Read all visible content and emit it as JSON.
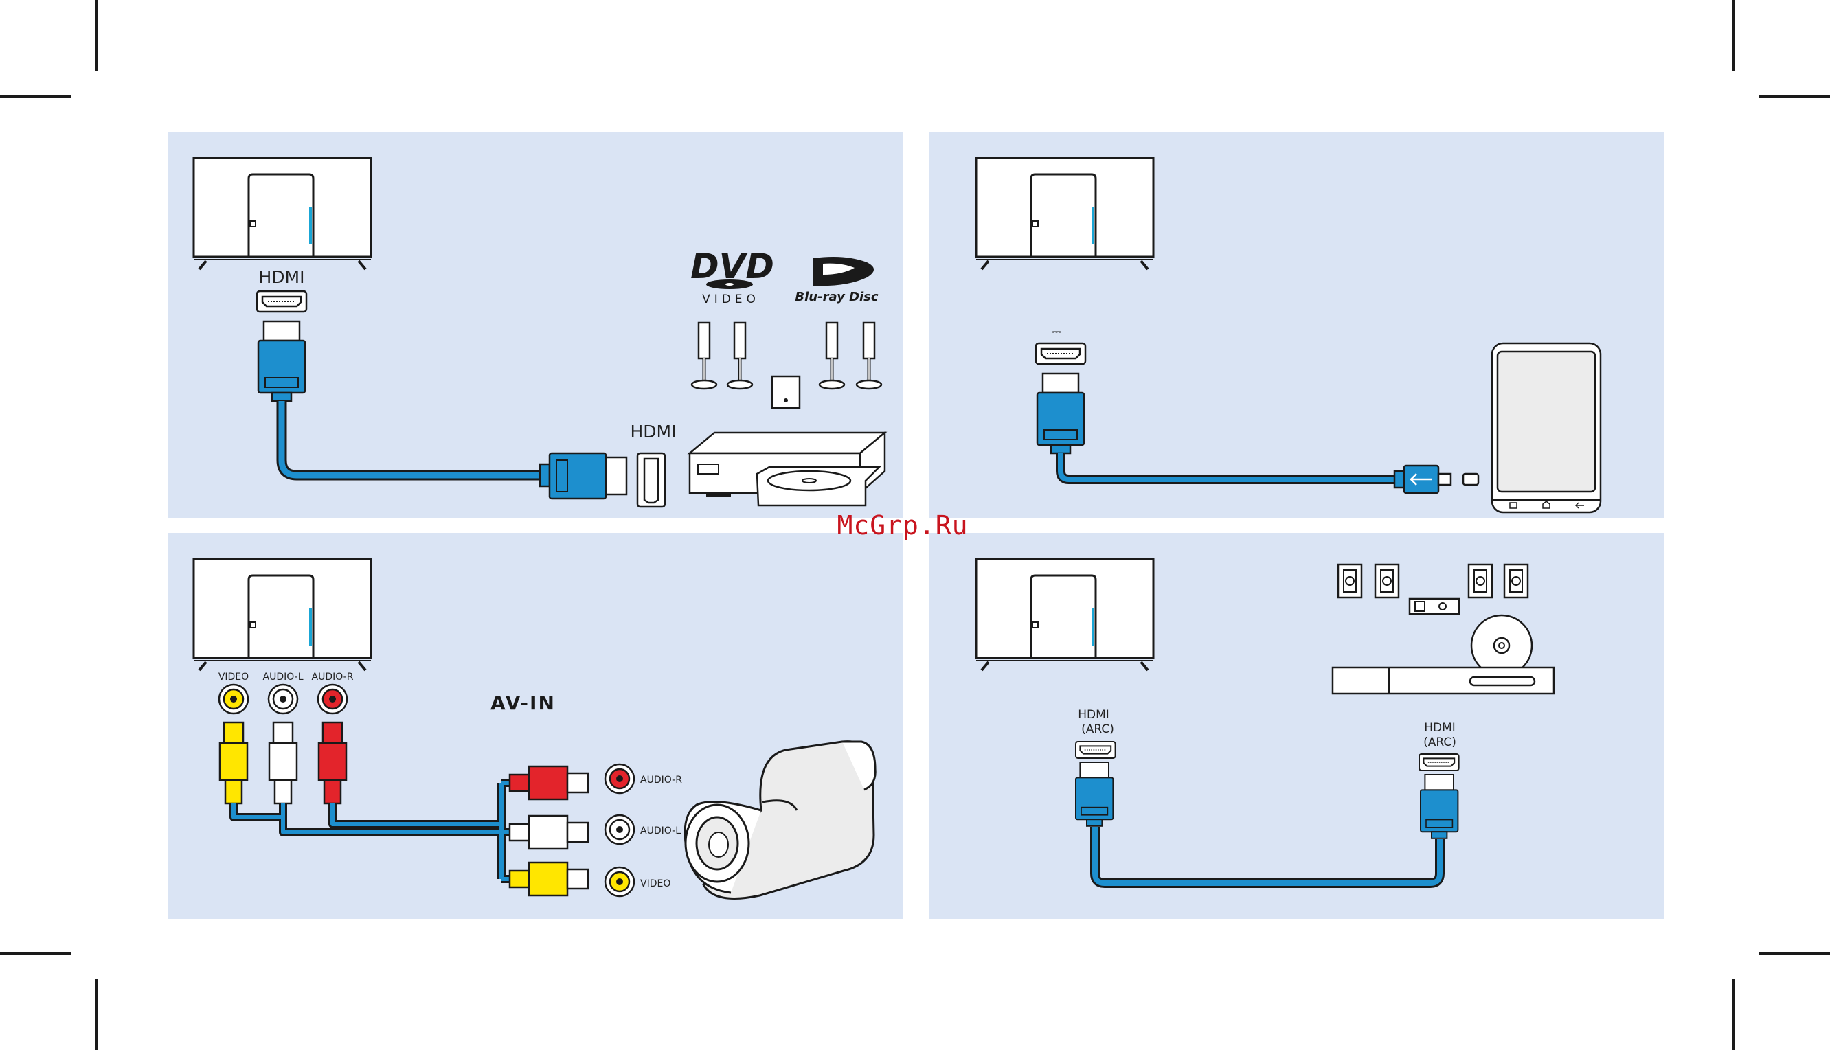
{
  "watermark": "McGrp.Ru",
  "panel_hdmi_player": {
    "tv_port_label": "HDMI",
    "device_port_label": "HDMI",
    "logo_dvd": "DVD",
    "logo_dvd_sub": "VIDEO",
    "logo_bluray": "Blu-ray Disc"
  },
  "panel_usb_phone": {
    "port_mark": "⎓"
  },
  "panel_av_in": {
    "title": "AV-IN",
    "tv_jack_labels": [
      "VIDEO",
      "AUDIO-L",
      "AUDIO-R"
    ],
    "cam_jack_labels": [
      "AUDIO-R",
      "AUDIO-L",
      "VIDEO"
    ]
  },
  "panel_hdmi_arc": {
    "tv_port_label_1": "HDMI",
    "tv_port_label_2": "(ARC)",
    "device_port_label_1": "HDMI",
    "device_port_label_2": "(ARC)"
  },
  "colors": {
    "panel_bg": "#dae4f4",
    "cable_blue": "#1d8fce",
    "jack_yellow": "#ffe600",
    "jack_white": "#ffffff",
    "jack_red": "#e3242b",
    "tv_accent": "#19a6d6",
    "watermark": "#c8141e"
  }
}
